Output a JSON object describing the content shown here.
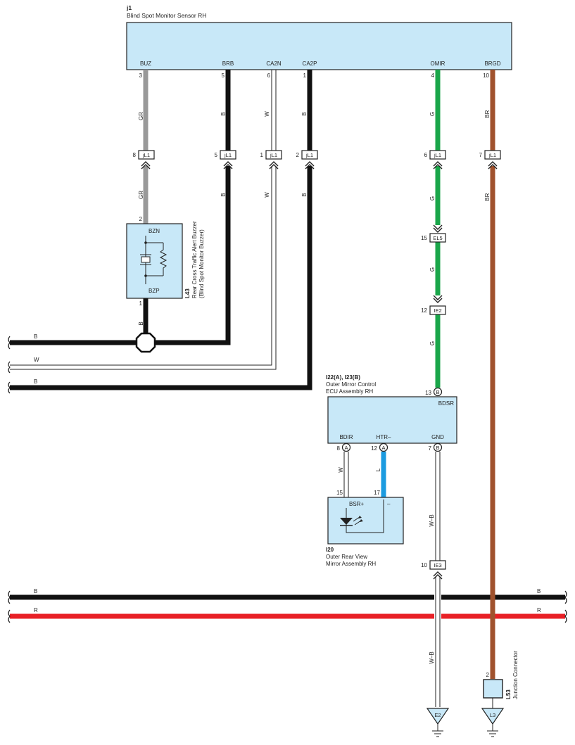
{
  "sensor": {
    "code": "j1",
    "name": "Blind Spot Monitor Sensor RH",
    "terms": [
      "BUZ",
      "BRB",
      "CA2N",
      "CA2P",
      "OMIR",
      "BRGD"
    ],
    "pins": [
      "3",
      "5",
      "6",
      "1",
      "4",
      "10"
    ]
  },
  "wire_labels": {
    "gr": "GR",
    "b": "B",
    "w": "W",
    "g": "G",
    "br": "BR",
    "l": "L",
    "wb": "W–B",
    "r": "R"
  },
  "connectors": {
    "jl1": "jL1",
    "el5": "EL5",
    "ie2": "IE2",
    "ie3": "IE3",
    "jl1_pins": [
      "8",
      "5",
      "1",
      "2",
      "6",
      "7"
    ],
    "el5_pin": "15",
    "ie2_pin": "12",
    "ie3_pin": "10"
  },
  "buzzer": {
    "code": "L43",
    "name1": "Rear Cross Traffic Alert Buzzer",
    "name2": "(Blind Spot Monitor Buzzer)",
    "term_top": "BZN",
    "term_bottom": "BZP",
    "pin_top": "2",
    "pin_bottom": "1"
  },
  "ecu": {
    "code": "I22(A), I23(B)",
    "name1": "Outer Mirror Control",
    "name2": "ECU Assembly RH",
    "term_in": "BDSR",
    "pin_in": "13",
    "conn_in": "B",
    "terms": [
      "BDIR",
      "HTR–",
      "GND"
    ],
    "pins": [
      "8",
      "12",
      "7"
    ],
    "conns": [
      "A",
      "A",
      "B"
    ]
  },
  "mirror": {
    "code": "I20",
    "name1": "Outer Rear View",
    "name2": "Mirror Assembly RH",
    "term_plus": "BSR+",
    "term_minus": "–",
    "pins": [
      "15",
      "17"
    ]
  },
  "junction": {
    "code": "L53",
    "name": "Junction Connector",
    "pin": "2"
  },
  "grounds": {
    "e2": "E2",
    "l3": "L3"
  }
}
